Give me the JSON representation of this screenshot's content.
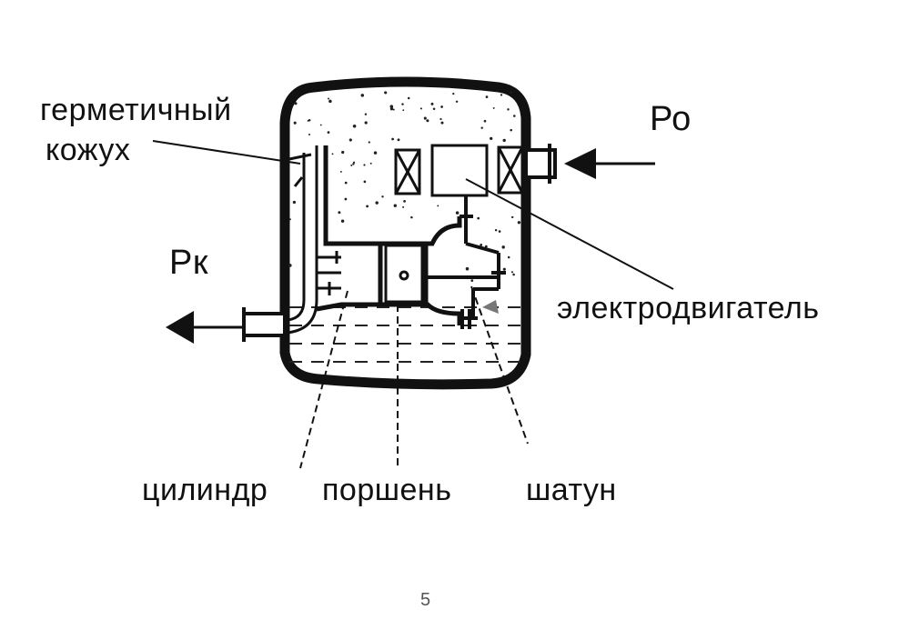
{
  "diagram": {
    "labels": {
      "casing_line1": "герметичный",
      "casing_line2": "кожух",
      "suction_pressure": "Ро",
      "discharge_pressure": "Рк",
      "motor": "электродвигатель",
      "cylinder": "цилиндр",
      "piston": "поршень",
      "connecting_rod": "шатун"
    },
    "page_mark": "5"
  }
}
